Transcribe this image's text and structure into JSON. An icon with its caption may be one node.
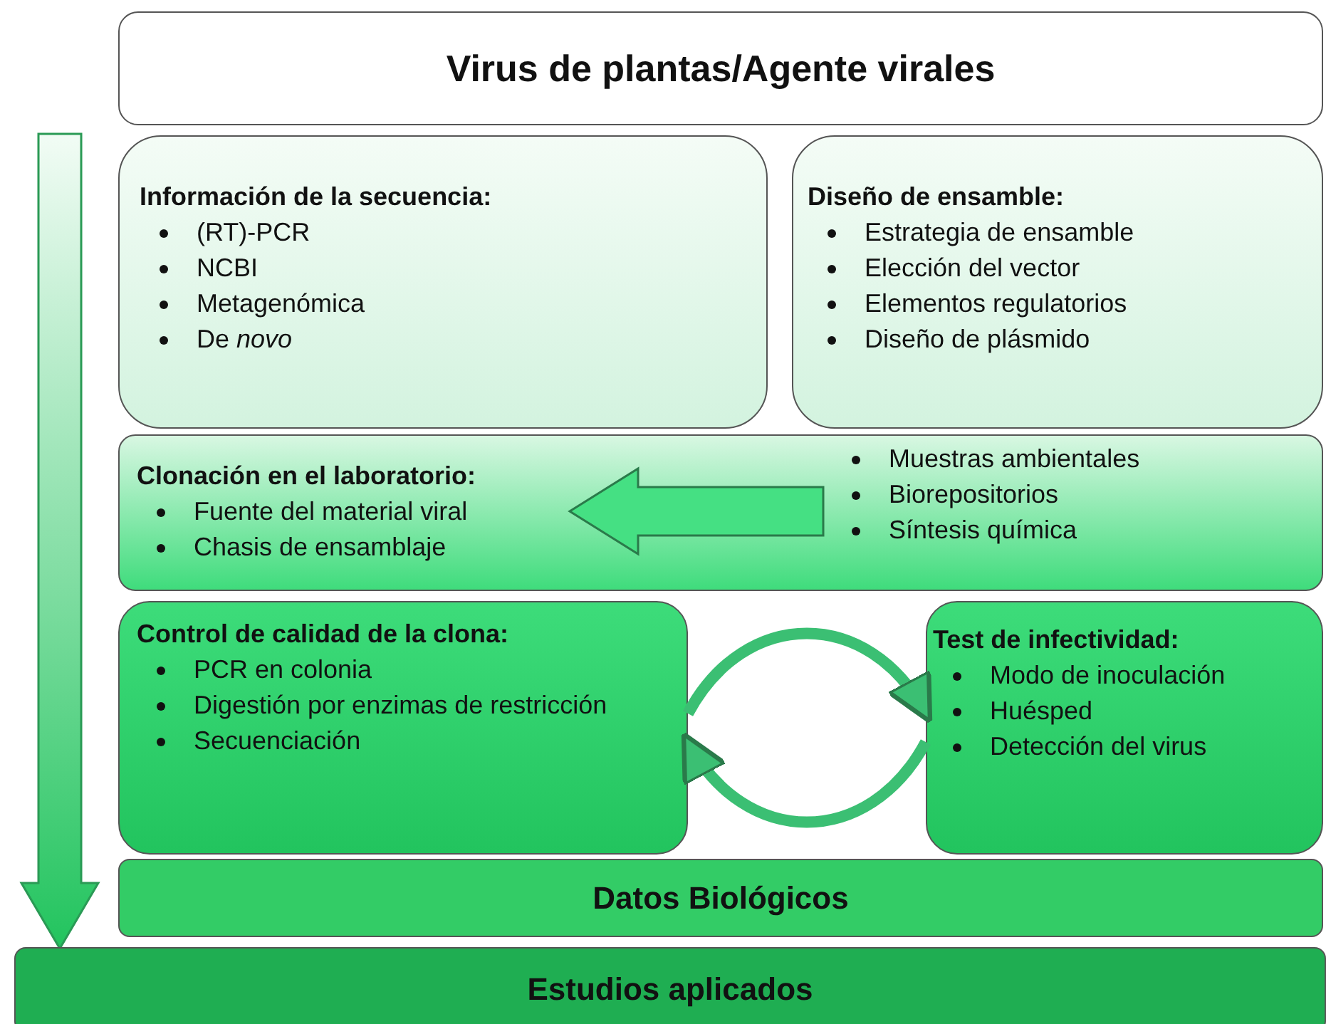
{
  "diagram": {
    "nodes": [
      {
        "text": [
          "Virus de plantas/Agente virales"
        ]
      },
      {
        "text": [
          "Información de la secuencia:",
          "(RT)-PCR",
          "NCBI",
          "Metagenómica",
          "De *novo*"
        ]
      },
      {
        "text": [
          "Diseño de ensamble:",
          "Estrategia de ensamble",
          "Elección del vector",
          "Elementos regulatorios",
          "Diseño de plásmido"
        ]
      },
      {
        "text": [],
        "shape": "box"
      },
      {
        "text": [
          "Clonación en el laboratorio:",
          "Fuente del material viral",
          "Chasis de ensamblaje"
        ],
        "in": 3
      },
      {
        "text": [
          "Muestras ambientales",
          "Biorepositorios",
          "Síntesis química"
        ],
        "in": 3
      },
      {
        "text": [
          "Control de calidad de la clona:",
          "PCR en colonia",
          "Digestión por enzimas de restricción",
          "Secuenciación"
        ]
      },
      {
        "text": [
          "Test de infectividad:",
          "Modo de inoculación",
          "Huésped",
          "Detección del virus"
        ]
      },
      {
        "text": [
          "Datos Biológicos"
        ]
      },
      {
        "text": [
          "Estudios aplicados"
        ]
      }
    ],
    "edges": [
      {
        "from": 5,
        "to": 4,
        "arrow": "to"
      },
      {
        "from": 6,
        "to": 7,
        "arrow": "to"
      },
      {
        "from": 7,
        "to": 6,
        "arrow": "to"
      }
    ]
  }
}
